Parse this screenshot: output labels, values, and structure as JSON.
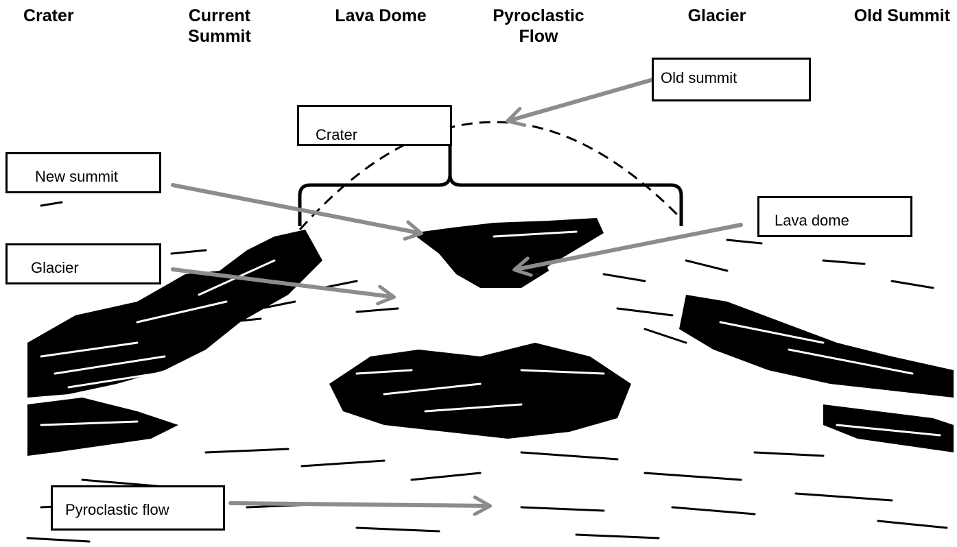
{
  "word_bank": [
    {
      "text": "Crater"
    },
    {
      "text": "Current\nSummit"
    },
    {
      "text": "Lava Dome"
    },
    {
      "text": "Pyroclastic\nFlow"
    },
    {
      "text": "Glacier"
    },
    {
      "text": "Old Summit"
    }
  ],
  "labels": {
    "old_summit": "Old summit",
    "crater": "Crater",
    "new_summit": "New summit",
    "lava_dome": "Lava dome",
    "glacier": "Glacier",
    "pyroclastic_flow": "Pyroclastic flow"
  },
  "colors": {
    "arrow": "#8c8c8c",
    "ink": "#000000",
    "background": "#ffffff"
  }
}
